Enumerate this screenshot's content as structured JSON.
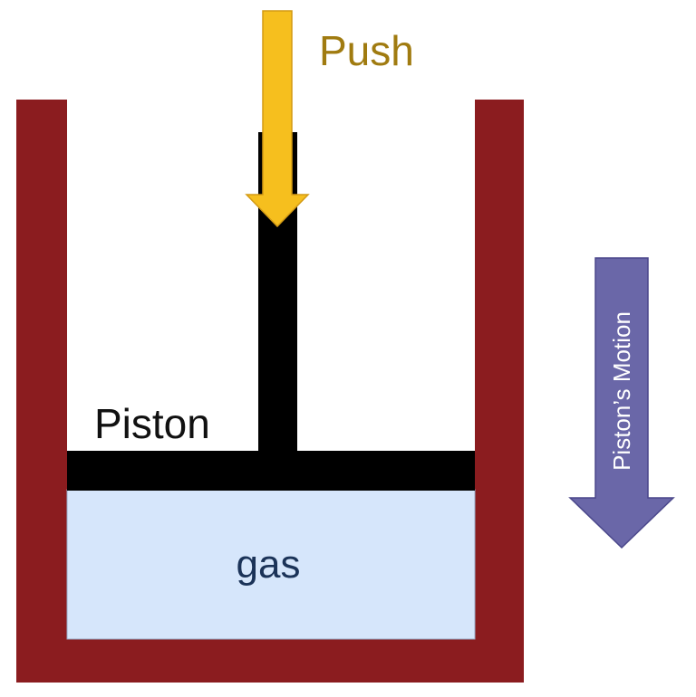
{
  "labels": {
    "push": "Push",
    "piston": "Piston",
    "gas": "gas",
    "motion": "Piston’s Motion"
  },
  "colors": {
    "cylinder": "#8b1c1f",
    "piston": "#000000",
    "gas_fill": "#d6e6fb",
    "gas_border": "#9aaac4",
    "push_arrow": "#f6bf1e",
    "push_arrow_stroke": "#d39a14",
    "push_text": "#a07b10",
    "piston_text": "#111111",
    "gas_text": "#1b3358",
    "motion_arrow": "#6a67a8",
    "motion_arrow_stroke": "#4a478a",
    "motion_text": "#ffffff"
  },
  "icons": {
    "push_arrow": "arrow-down-icon",
    "motion_arrow": "arrow-down-icon"
  }
}
